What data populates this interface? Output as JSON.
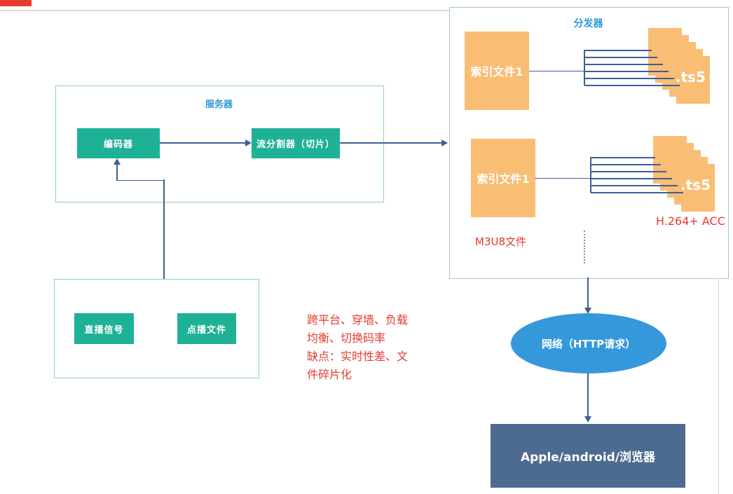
{
  "colors": {
    "node_green": "#1fb195",
    "file_orange": "#f9bd74",
    "line_blue": "#3e5f94",
    "title_blue": "#2d9ad8",
    "annotation_red": "#e6392e",
    "network_blue": "#3598db",
    "client_slate": "#4d6a90",
    "frame_teal": "#8ecfc0",
    "frame_blue": "#a0c4da"
  },
  "server_group": {
    "title": "服务器",
    "encoder_label": "编码器",
    "splitter_label": "流分割器（切片）"
  },
  "source_group": {
    "live_label": "直播信号",
    "vod_label": "点播文件"
  },
  "notes": {
    "lines": [
      "跨平台、穿墙、负载",
      "均衡、切换码率",
      "缺点：实时性差、文",
      "件碎片化"
    ]
  },
  "distributor": {
    "title": "分发器",
    "group1": {
      "index_label": "索引文件1",
      "ts_label": ".ts5"
    },
    "group2": {
      "index_label": "索引文件1",
      "ts_label": ".ts5"
    },
    "m3u8_note": "M3U8文件",
    "codec_note": "H.264+ ACC"
  },
  "network": {
    "label": "网络（HTTP请求）"
  },
  "client": {
    "label": "Apple/android/浏览器"
  }
}
